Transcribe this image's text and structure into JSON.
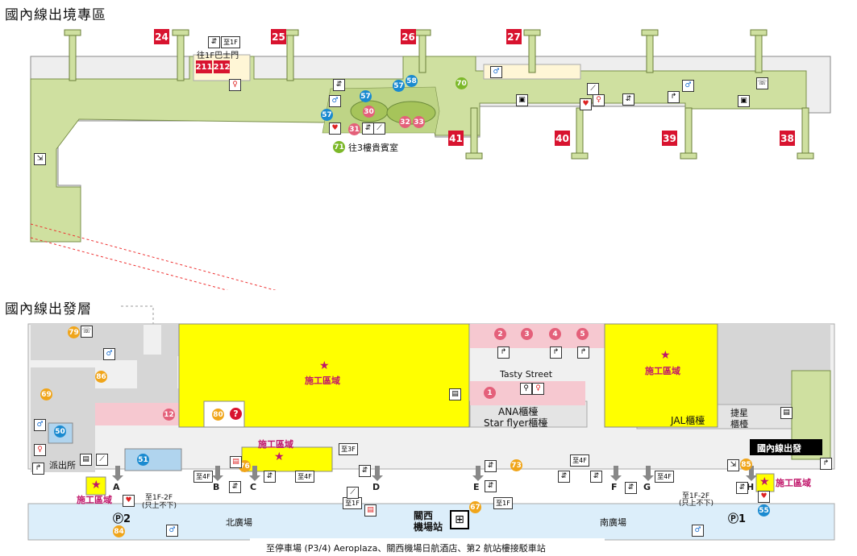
{
  "titles": {
    "upper": "國內線出境專區",
    "lower": "國內線出發層"
  },
  "gates": [
    "24",
    "25",
    "26",
    "27",
    "41",
    "40",
    "39",
    "38"
  ],
  "upper_labels": {
    "bus_gate": "往1F巴士門",
    "bus_211": "211",
    "bus_212": "212",
    "vip": "往3樓貴賓室",
    "to1f": "至1F"
  },
  "upper_circles": {
    "c30": "30",
    "c31": "31",
    "c32": "32",
    "c33": "33",
    "c57a": "57",
    "c57b": "57",
    "c57c": "57",
    "c58": "58",
    "c70": "70",
    "c71": "71"
  },
  "lower": {
    "construction": "施工區域",
    "tasty_street": "Tasty Street",
    "ana": "ANA櫃檯",
    "starflyer": "Star flyer櫃檯",
    "jal": "JAL櫃檯",
    "peach_1": "捷星",
    "peach_2": "櫃檯",
    "departure_tag": "國內線出發",
    "police": "派出所",
    "north_plaza": "北廣場",
    "south_plaza": "南廣場",
    "jr_1": "關西",
    "jr_2": "機場站",
    "p2": "2",
    "p1": "1",
    "to3f": "至3F",
    "to4f_a": "至4F",
    "to4f_b": "至4F",
    "to4f_c": "至4F",
    "to4f_d": "至4F",
    "to1f_a": "至1F",
    "to1f_b": "至1F",
    "to1f2f_a": "至1F-2F",
    "to1f2f_a2": "(只上不下)",
    "to1f2f_b": "至1F-2F",
    "to1f2f_b2": "(只上不下)",
    "footer": "至停車場 (P3/4) Aeroplaza、關西機場日航酒店、第2 航站樓接駁車站",
    "entrances": [
      "A",
      "B",
      "C",
      "D",
      "E",
      "F",
      "G",
      "H"
    ],
    "circles": {
      "c2": "2",
      "c3": "3",
      "c4": "4",
      "c5": "5",
      "c1": "1",
      "c12": "12",
      "c79": "79",
      "c86": "86",
      "c69": "69",
      "c50": "50",
      "c51": "51",
      "c76": "76",
      "c80": "80",
      "c73": "73",
      "c85": "85",
      "c55": "55",
      "c84": "84",
      "c67": "67"
    }
  },
  "colors": {
    "corridor": "#cfe0a0",
    "gate_red": "#d8132f",
    "construction": "#ffff00",
    "pink_area": "#f6c8d0",
    "blue_plaza": "#dceefa",
    "gray": "#d6d6d6"
  }
}
